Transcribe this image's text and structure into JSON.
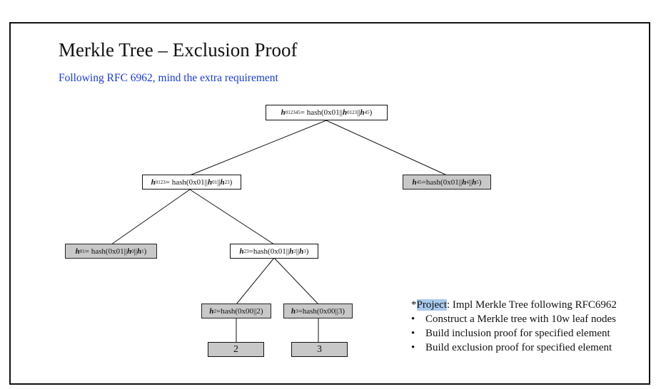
{
  "slide": {
    "title": "Merkle Tree – Exclusion Proof",
    "subtitle": "Following RFC 6962, mind the extra requirement"
  },
  "tree": {
    "root": {
      "var": "h",
      "sub": "012345",
      "expr_a": "= hash(0x01||",
      "v1": "h",
      "s1": "0123",
      "sep": "||",
      "v2": "h",
      "s2": "45",
      "expr_b": ")"
    },
    "n0123": {
      "var": "h",
      "sub": "0123",
      "expr_a": "= hash(0x01||",
      "v1": "h",
      "s1": "01",
      "sep": "||",
      "v2": "h",
      "s2": "23",
      "expr_b": ")"
    },
    "n45": {
      "var": "h",
      "sub": "45",
      "expr_a": "=hash(0x01||",
      "v1": "h",
      "s1": "4",
      "sep": "||",
      "v2": "h",
      "s2": "5",
      "expr_b": ")"
    },
    "n01": {
      "var": "h",
      "sub": "01",
      "expr_a": "= hash(0x01||",
      "v1": "h",
      "s1": "0",
      "sep": "||",
      "v2": "h",
      "s2": "1",
      "expr_b": ")"
    },
    "n23": {
      "var": "h",
      "sub": "23",
      "expr_a": "=hash(0x01||",
      "v1": "h",
      "s1": "2",
      "sep": "||",
      "v2": "h",
      "s2": "3",
      "expr_b": ")"
    },
    "n2": {
      "var": "h",
      "sub": "2",
      "expr_a": "=hash(0x00||2)"
    },
    "n3": {
      "var": "h",
      "sub": "3",
      "expr_a": "=hash(0x00||3)"
    },
    "leaf2": "2",
    "leaf3": "3"
  },
  "note": {
    "star": "*",
    "highlight": "Project",
    "rest": ": Impl Merkle Tree following RFC6962",
    "bullet": "•",
    "items": [
      "Construct a Merkle tree with 10w leaf nodes",
      "Build inclusion proof for specified element",
      "Build exclusion proof for specified element"
    ]
  }
}
